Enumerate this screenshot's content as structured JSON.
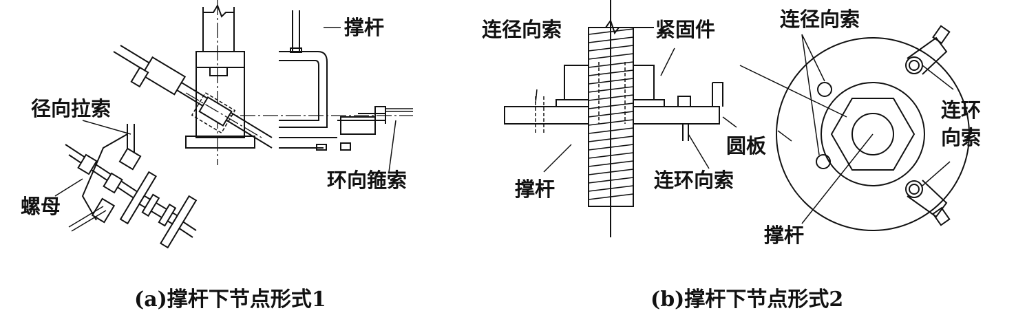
{
  "figure_a": {
    "labels": {
      "strut": "撑杆",
      "radial_cable": "径向拉索",
      "nut": "螺母",
      "hoop_cable": "环向箍索"
    },
    "caption": "(a)撑杆下节点形式1"
  },
  "figure_b": {
    "labels": {
      "connect_radial_left": "连径向索",
      "fastener": "紧固件",
      "strut_left": "撑杆",
      "connect_hoop_bottom": "连环向索",
      "round_plate": "圆板",
      "connect_radial_top": "连径向索",
      "connect_hoop_right_line1": "连环",
      "connect_hoop_right_line2": "向索",
      "strut_plan": "撑杆"
    },
    "caption": "(b)撑杆下节点形式2"
  }
}
